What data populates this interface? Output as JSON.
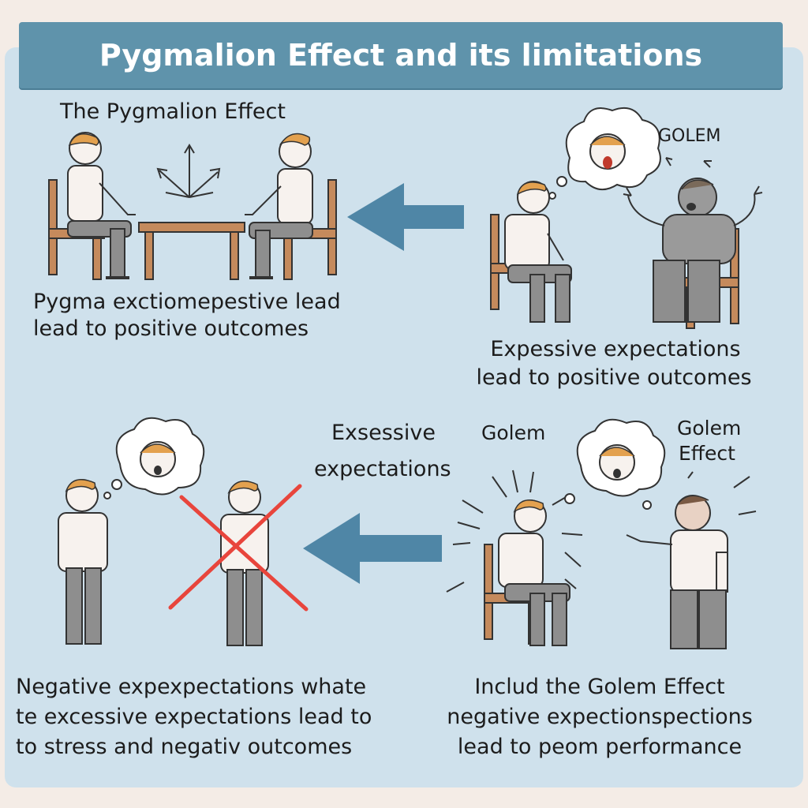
{
  "title": "Pygmalion Effect and its limitations",
  "top_left": {
    "heading": "The Pygmalion Effect",
    "caption_line1": "Pygma exctiomepestive lead",
    "caption_line2": "lead to positive outcomes"
  },
  "top_right": {
    "label": "GOLEM",
    "caption_line1": "Expessive expectations",
    "caption_line2": "lead to positive outcomes"
  },
  "bottom_middle": {
    "label_line1": "Exsessive",
    "label_line2": "expectations",
    "golem_label": "Golem"
  },
  "bottom_right": {
    "label_line1": "Golem",
    "label_line2": "Effect",
    "caption_line1": "Includ the Golem Effect",
    "caption_line2": "negative expectionspections",
    "caption_line3": "lead  to peom performance"
  },
  "bottom_left": {
    "caption_line1": "Negative expexpectations whate",
    "caption_line2": "te excessive expectations lead to",
    "caption_line3": "to stress and negativ outcomes"
  },
  "colors": {
    "panel": "#cfe1ec",
    "title_bar": "#5f93ab",
    "arrow": "#4f86a6",
    "chair": "#c58a5c",
    "hair": "#e3a14f",
    "pants": "#8e8e8e",
    "cross": "#e8453c"
  }
}
